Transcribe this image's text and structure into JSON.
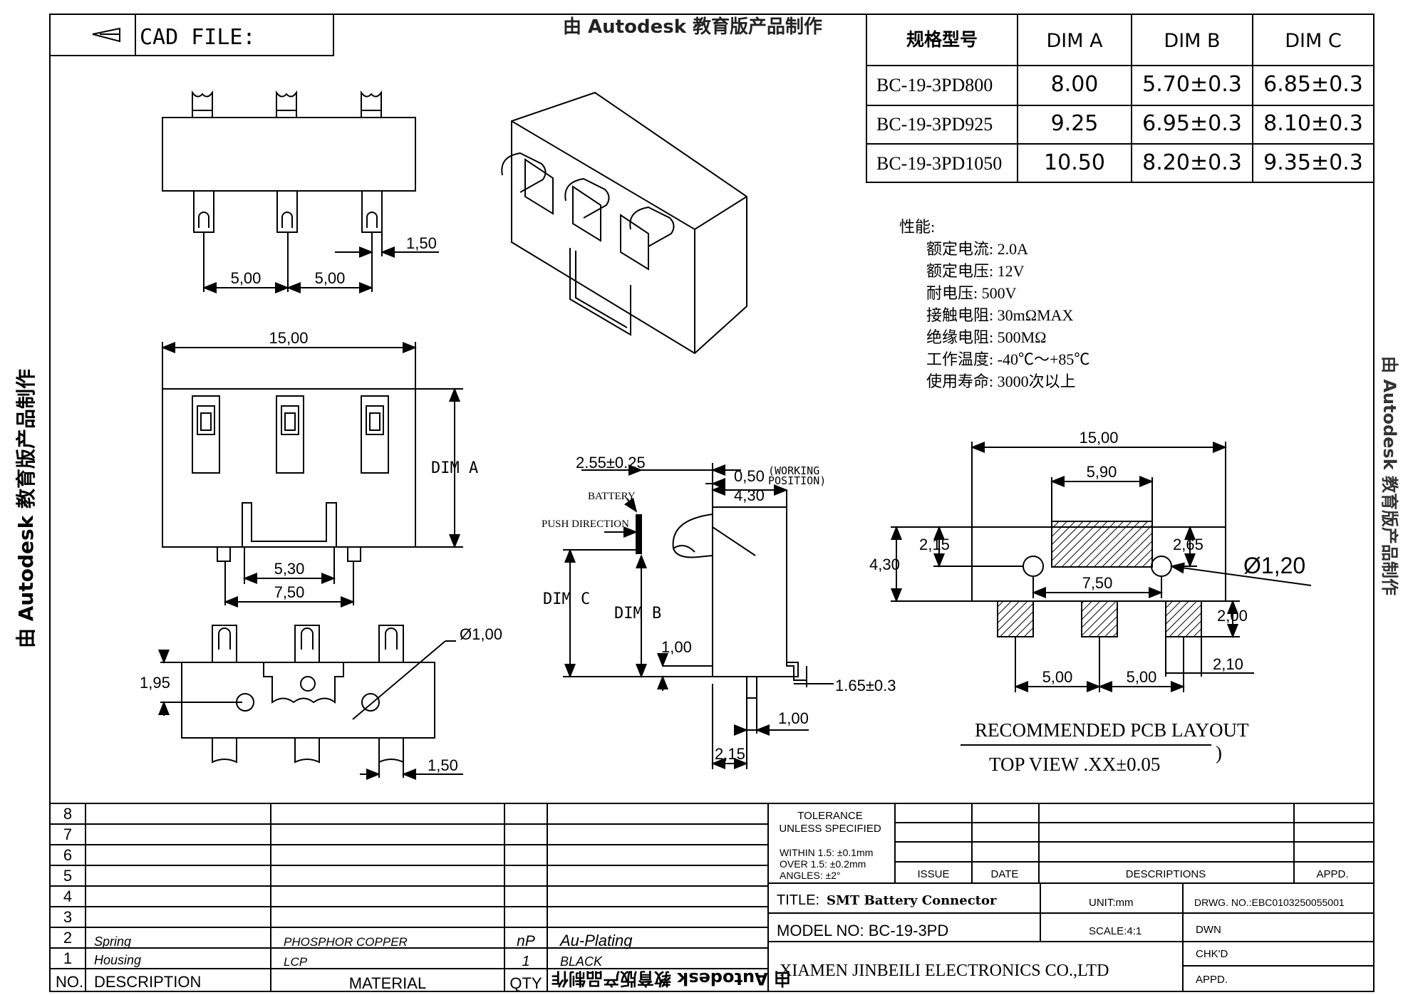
{
  "header": {
    "cad_file_label": "CAD FILE:",
    "watermark_top": "由 Autodesk 教育版产品制作"
  },
  "dim_table": {
    "headers": [
      "规格型号",
      "DIM A",
      "DIM B",
      "DIM C"
    ],
    "rows": [
      [
        "BC-19-3PD800",
        "8.00",
        "5.70±0.3",
        "6.85±0.3"
      ],
      [
        "BC-19-3PD925",
        "9.25",
        "6.95±0.3",
        "8.10±0.3"
      ],
      [
        "BC-19-3PD1050",
        "10.50",
        "8.20±0.3",
        "9.35±0.3"
      ]
    ]
  },
  "performance": {
    "heading": "性能:",
    "items": [
      "额定电流: 2.0A",
      "额定电压: 12V",
      "耐电压: 500V",
      "接触电阻: 30mΩMAX",
      "绝缘电阻: 500MΩ",
      "工作温度: -40℃～+85℃",
      "使用寿命: 3000次以上"
    ]
  },
  "watermarks": {
    "left": "由 Autodesk 教育版产品制作",
    "bottom": "由 Autodesk 教育版产品制作",
    "right": "由 Autodesk 教育版产品制作"
  },
  "top_view": {
    "pitch_1": "5,00",
    "pitch_2": "5,00",
    "pin_offset": "1,50"
  },
  "front_view": {
    "width": "15,00",
    "height": "DIM A",
    "inner_slot": "5,30",
    "outer_slot": "7,50"
  },
  "bottom_view": {
    "hole": "Ø1,00",
    "height": "1,95",
    "offset": "1,50"
  },
  "side_view": {
    "contact_offset": "2.55±0.25",
    "working": "0,50",
    "working_note_1": "(WORKING",
    "working_note_2": "POSITION)",
    "depth": "4,30",
    "battery": "BATTERY",
    "push": "PUSH DIRECTION",
    "dim_c": "DIM C",
    "dim_b": "DIM B",
    "foot": "1,00",
    "tail": "1.65±0.3",
    "tail_2": "1,00",
    "bottom": "2,15"
  },
  "pcb_layout": {
    "width": "15,00",
    "pad_width": "5,90",
    "left_h": "2,15",
    "right_h": "2,65",
    "total_h": "4,30",
    "hole_spacing": "7,50",
    "hole": "Ø1,20",
    "pad_h": "2,00",
    "pad_w": "2,10",
    "pitch_1": "5,00",
    "pitch_2": "5,00",
    "title": "RECOMMENDED PCB LAYOUT",
    "subtitle": "TOP VIEW .XX±0.05",
    "paren": ")"
  },
  "title_block": {
    "row_numbers": [
      "8",
      "7",
      "6",
      "5",
      "4",
      "3",
      "2",
      "1"
    ],
    "header": {
      "no": "NO.",
      "description": "DESCRIPTION",
      "material": "MATERIAL",
      "qty": "QTY"
    },
    "parts": [
      {
        "no": "2",
        "description": "Spring",
        "material": "PHOSPHOR COPPER",
        "qty": "nP",
        "finish": "Au-Plating"
      },
      {
        "no": "1",
        "description": "Housing",
        "material": "LCP",
        "qty": "1",
        "finish": "BLACK"
      }
    ],
    "tolerance_1": "TOLERANCE",
    "tolerance_2": "UNLESS SPECIFIED",
    "within": "WITHIN 1.5: ±0.1mm",
    "over": "OVER  1.5:  ±0.2mm",
    "angles": "ANGLES: ±2°",
    "issue": "ISSUE",
    "date": "DATE",
    "descriptions": "DESCRIPTIONS",
    "appd": "APPD.",
    "title_label": "TITLE:",
    "title_value": "SMT Battery Connector",
    "unit": "UNIT:mm",
    "drwg": "DRWG. NO.:EBC0103250055001",
    "model": "MODEL NO: BC-19-3PD",
    "scale": "SCALE:4:1",
    "dwn": "DWN",
    "chkd": "CHK'D",
    "appd2": "APPD.",
    "company": "XIAMEN JINBEILI ELECTRONICS CO.,LTD"
  }
}
